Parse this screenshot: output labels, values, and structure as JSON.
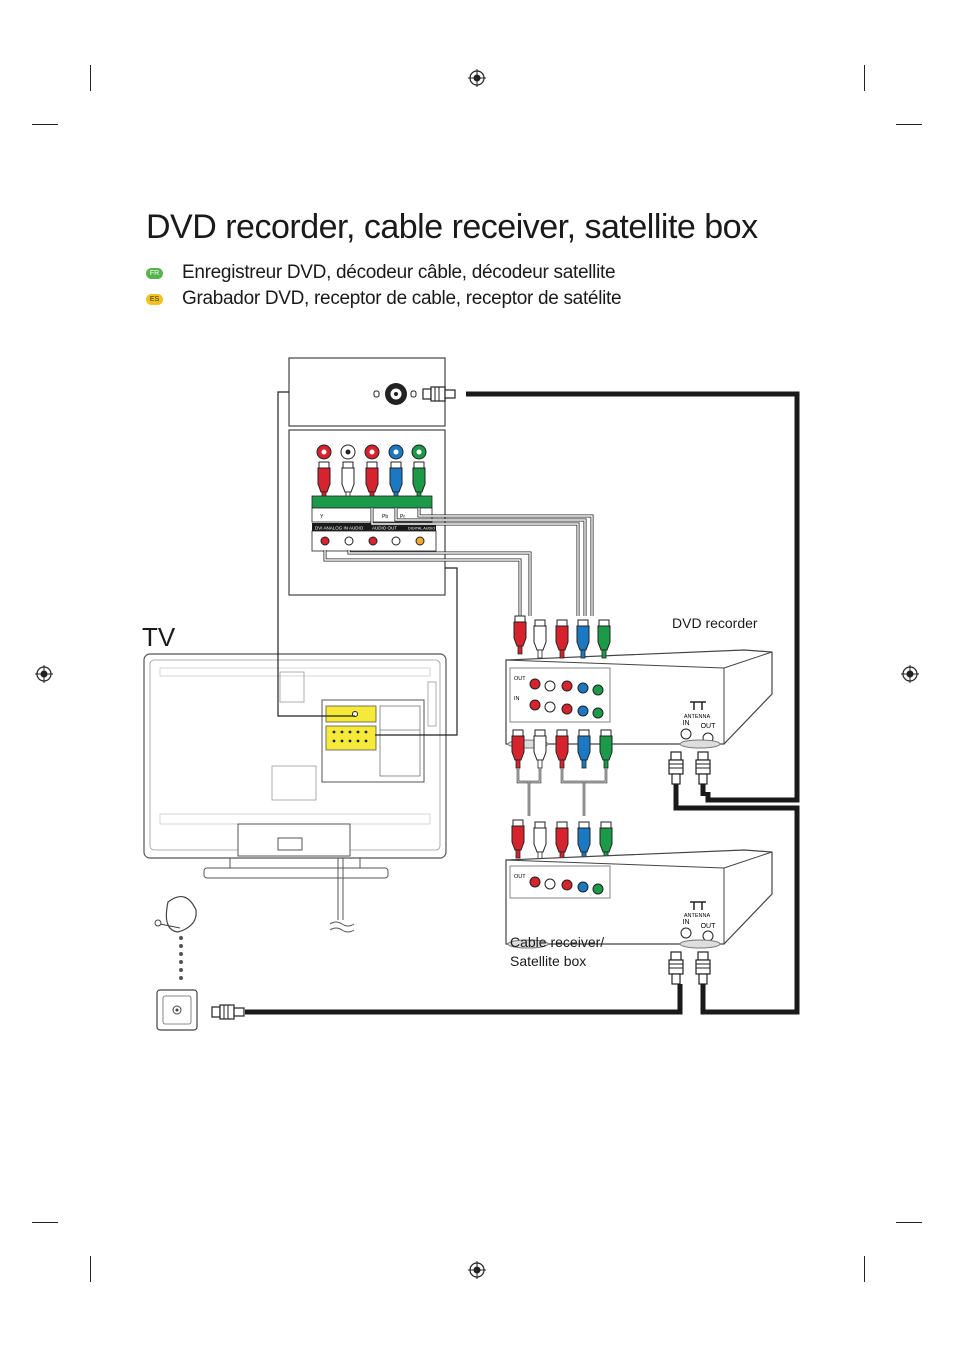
{
  "document": {
    "title": "DVD recorder, cable receiver, satellite box",
    "subtitles": [
      {
        "lang": "FR",
        "text": "Enregistreur DVD, décodeur câble, décodeur satellite",
        "color": "#56b24a"
      },
      {
        "lang": "ES",
        "text": "Grabador DVD, receptor de cable, receptor de satélite",
        "color": "#f2c21e"
      }
    ]
  },
  "diagram": {
    "tv_label": "TV",
    "dvd_recorder_label": "DVD recorder",
    "cable_receiver_label_line1": "Cable receiver/",
    "cable_receiver_label_line2": "Satellite box",
    "device_port_labels": {
      "out": "OUT",
      "in": "IN",
      "antenna": "ANTENNA",
      "antenna_in": "IN",
      "antenna_out": "OUT"
    },
    "tv_panel_labels": {
      "dvi_analog_in": "DVI ANALOG IN AUDIO",
      "audio_out": "AUDIO OUT",
      "digital_audio_out": "DIGITAL AUDIO OUT",
      "component_y": "Y",
      "component_pb": "Pb",
      "component_pr": "Pr"
    },
    "cable_colors": {
      "red": "#d7232e",
      "white": "#ffffff",
      "blue": "#1b78c3",
      "green": "#1b9a4a",
      "antenna": "#1a1a1a",
      "panel_highlight": "#f5ea3a"
    }
  }
}
